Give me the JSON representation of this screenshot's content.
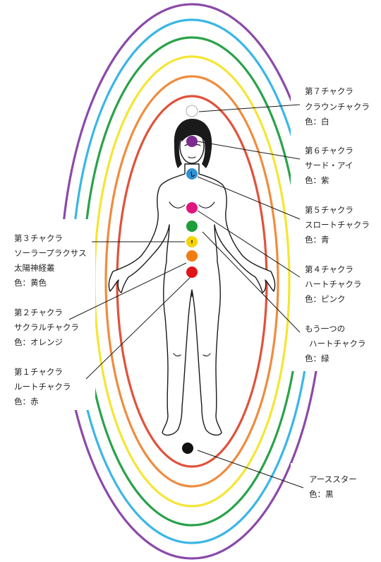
{
  "colors": {
    "purple": "#8b4aa8",
    "cyan": "#3ab6e6",
    "green": "#2aa24a",
    "yellow": "#f5e535",
    "orange": "#ef8c3e",
    "red": "#e0523a"
  },
  "aura_ring_colors": [
    "purple",
    "cyan",
    "green",
    "yellow",
    "orange",
    "red"
  ],
  "chakras": {
    "seventh": {
      "line1": "第７チャクラ",
      "line2": "クラウンチャクラ",
      "line3": "色：白",
      "color": "#ffffff"
    },
    "sixth": {
      "line1": "第６チャクラ",
      "line2": "サード・アイ",
      "line3": "色：紫",
      "color": "#7b2c8e"
    },
    "fifth": {
      "line1": "第５チャクラ",
      "line2": "スロートチャクラ",
      "line3": "色：青",
      "color": "#2f93d6"
    },
    "fourth": {
      "line1": "第４チャクラ",
      "line2": "ハートチャクラ",
      "line3": "色：ピンク",
      "color": "#e0157e"
    },
    "other_heart": {
      "line1": "もう一つの",
      "line2": "ハートチャクラ",
      "line3": "色：緑",
      "color": "#1f9d3a"
    },
    "third": {
      "line1": "第３チャクラ",
      "line2": "ソーラープラクサス",
      "line3": "太陽神経叢",
      "line4": "色：黄色",
      "color": "#f6d400"
    },
    "second": {
      "line1": "第２チャクラ",
      "line2": "サクラルチャクラ",
      "line3": "色：オレンジ",
      "color": "#ef7d14"
    },
    "first": {
      "line1": "第１チャクラ",
      "line2": "ルートチャクラ",
      "line3": "色：赤",
      "color": "#e01419"
    },
    "earth_star": {
      "line1": "アーススター",
      "line2": "色：黒",
      "color": "#111111"
    }
  }
}
